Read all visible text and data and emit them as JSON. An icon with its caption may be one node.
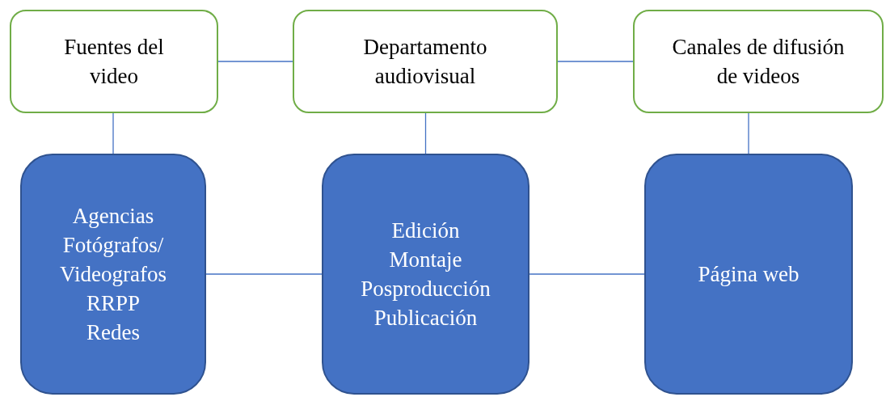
{
  "diagram": {
    "nodes": [
      {
        "text": [
          "Fuentes del video"
        ]
      },
      {
        "text": [
          "Departamento audiovisual"
        ]
      },
      {
        "text": [
          "Canales de difusión de videos"
        ]
      },
      {
        "text": [
          "Agencias",
          "Fotógrafos/ Videografos",
          "RRPP",
          "Redes"
        ]
      },
      {
        "text": [
          "Edición",
          "Montaje",
          "Posproducción",
          "Publicación"
        ]
      },
      {
        "text": [
          "Página web"
        ]
      }
    ],
    "edges": [
      {
        "from": 0,
        "to": 1,
        "arrow": "none"
      },
      {
        "from": 1,
        "to": 2,
        "arrow": "none"
      },
      {
        "from": 0,
        "to": 3,
        "arrow": "none"
      },
      {
        "from": 1,
        "to": 4,
        "arrow": "none"
      },
      {
        "from": 2,
        "to": 5,
        "arrow": "none"
      },
      {
        "from": 3,
        "to": 4,
        "arrow": "none"
      },
      {
        "from": 4,
        "to": 5,
        "arrow": "none"
      }
    ]
  }
}
